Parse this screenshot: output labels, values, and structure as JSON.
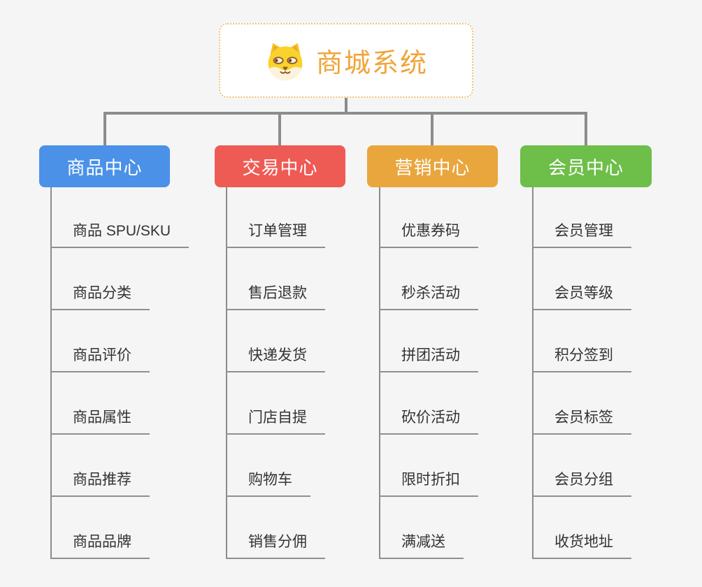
{
  "root": {
    "title": "商城系统",
    "icon": "shiba-dog-icon"
  },
  "branches": [
    {
      "label": "商品中心",
      "color": "#4B91E8",
      "items": [
        "商品 SPU/SKU",
        "商品分类",
        "商品评价",
        "商品属性",
        "商品推荐",
        "商品品牌"
      ]
    },
    {
      "label": "交易中心",
      "color": "#EE5B55",
      "items": [
        "订单管理",
        "售后退款",
        "快递发货",
        "门店自提",
        "购物车",
        "销售分佣"
      ]
    },
    {
      "label": "营销中心",
      "color": "#E9A63C",
      "items": [
        "优惠券码",
        "秒杀活动",
        "拼团活动",
        "砍价活动",
        "限时折扣",
        "满减送"
      ]
    },
    {
      "label": "会员中心",
      "color": "#6EBE4A",
      "items": [
        "会员管理",
        "会员等级",
        "积分签到",
        "会员标签",
        "会员分组",
        "收货地址"
      ]
    }
  ],
  "colors": {
    "background": "#F5F5F5",
    "root_text_orange": "#F0A53C",
    "root_border_orange": "#F0C277",
    "connector_gray": "#8C8C8C",
    "leaf_text": "#333333",
    "product_blue": "#4B91E8",
    "trade_red": "#EE5B55",
    "marketing_orange": "#E9A63C",
    "member_green": "#6EBE4A"
  }
}
